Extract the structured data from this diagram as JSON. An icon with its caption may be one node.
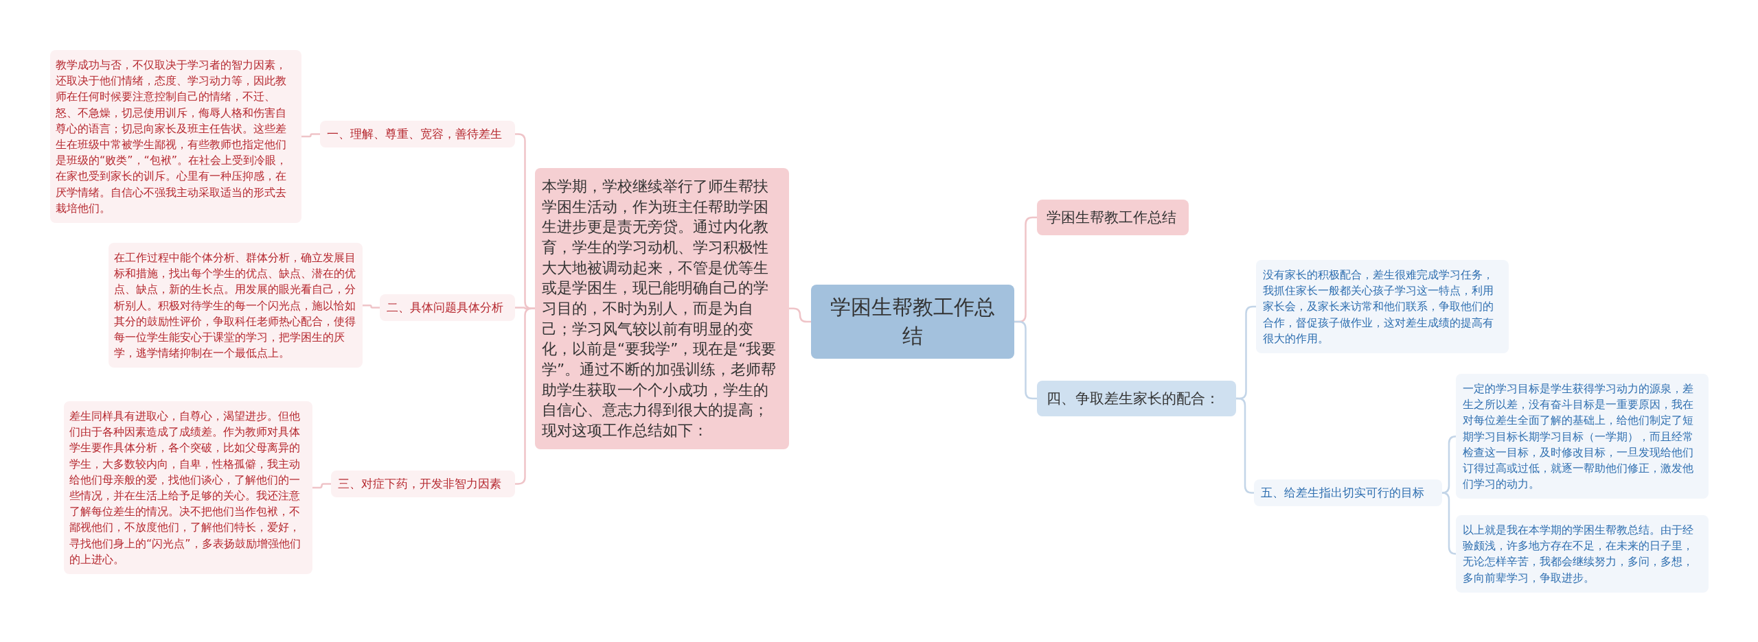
{
  "diagram": {
    "nodes": [
      {
        "text": [
          "学困生帮教工作总结"
        ]
      },
      {
        "text": [
          "本学期，学校继续举行了师生帮扶学困生活动，作为班主任帮助学困生进步更是责无旁贷。通过内化教育，学生的学习动机、学习积极性大大地被调动起来，不管是优等生或是学困生，现已能明确自己的学习目的，不时为别人，而是为自己；学习风气较以前有明显的变化，以前是“要我学”，现在是“我要学”。通过不断的加强训练，老师帮助学生获取一个个小成功，学生的自信心、意志力得到很大的提高；现对这项工作总结如下："
        ]
      },
      {
        "text": [
          "一、理解、尊重、宽容，善待差生"
        ]
      },
      {
        "text": [
          "教学成功与否，不仅取决于学习者的智力因素，还取决于他们情绪，态度、学习动力等，因此教师在任何时候要注意控制自己的情绪，不迁、怒、不急燥，切忌使用训斥，侮辱人格和伤害自尊心的语言；切忌向家长及班主任告状。这些差生在班级中常被学生鄙视，有些教师也指定他们是班级的“败类”，“包袱”。在社会上受到冷眼，在家也受到家长的训斥。心里有一种压抑感，在厌学情绪。自信心不强我主动采取适当的形式去栽培他们。"
        ]
      },
      {
        "text": [
          "二、具体问题具体分析"
        ]
      },
      {
        "text": [
          "在工作过程中能个体分析、群体分析，确立发展目标和措施，找出每个学生的优点、缺点、潜在的优点、缺点，新的生长点。用发展的眼光看自己，分析别人。积极对待学生的每一个闪光点，施以恰如其分的鼓励性评价，争取科任老师热心配合，使得每一位学生能安心于课堂的学习，把学困生的厌学，逃学情绪抑制在一个最低点上。"
        ]
      },
      {
        "text": [
          "三、对症下药，开发非智力因素"
        ]
      },
      {
        "text": [
          "差生同样具有进取心，自尊心，渴望进步。但他们由于各种因素造成了成绩差。作为教师对具体学生要作具体分析，各个突破，比如父母离异的学生，大多数较内向，自卑，性格孤僻，我主动给他们母亲般的爱，找他们谈心，了解他们的一些情况，并在生活上给予足够的关心。我还注意了解每位差生的情况。决不把他们当作包袱，不鄙视他们，不放度他们，了解他们特长，爱好，寻找他们身上的“闪光点”，多表扬鼓励增强他们的上进心。"
        ]
      },
      {
        "text": [
          "学困生帮教工作总结"
        ]
      },
      {
        "text": [
          "四、争取差生家长的配合："
        ]
      },
      {
        "text": [
          "没有家长的积极配合，差生很难完成学习任务，我抓住家长一般都关心孩子学习这一特点，利用家长会，及家长来访常和他们联系，争取他们的合作，督促孩子做作业，这对差生成绩的提高有很大的作用。"
        ]
      },
      {
        "text": [
          "五、给差生指出切实可行的目标"
        ]
      },
      {
        "text": [
          "一定的学习目标是学生获得学习动力的源泉，差生之所以差，没有奋斗目标是一重要原因，我在对每位差生全面了解的基础上，给他们制定了短期学习目标长期学习目标（一学期），而且经常检查这一目标，及时修改目标，一旦发现给他们订得过高或过低，就逐一帮助他们修正，激发他们学习的动力。"
        ]
      },
      {
        "text": [
          "以上就是我在本学期的学困生帮教总结。由于经验颇浅，许多地方存在不足，在未来的日子里，无论怎样辛苦，我都会继续努力，多问，多想，多向前辈学习，争取进步。"
        ]
      }
    ],
    "edges": [
      {
        "from": 0,
        "to": 1,
        "arrow": "none"
      },
      {
        "from": 1,
        "to": 2,
        "arrow": "none"
      },
      {
        "from": 2,
        "to": 3,
        "arrow": "none"
      },
      {
        "from": 1,
        "to": 4,
        "arrow": "none"
      },
      {
        "from": 4,
        "to": 5,
        "arrow": "none"
      },
      {
        "from": 1,
        "to": 6,
        "arrow": "none"
      },
      {
        "from": 6,
        "to": 7,
        "arrow": "none"
      },
      {
        "from": 0,
        "to": 8,
        "arrow": "none"
      },
      {
        "from": 0,
        "to": 9,
        "arrow": "none",
        "color": "#c3d5e8"
      },
      {
        "from": 9,
        "to": 10,
        "arrow": "none",
        "color": "#c3d5e8"
      },
      {
        "from": 9,
        "to": 11,
        "arrow": "none",
        "color": "#c3d5e8"
      },
      {
        "from": 11,
        "to": 12,
        "arrow": "none",
        "color": "#c3d5e8"
      },
      {
        "from": 11,
        "to": 13,
        "arrow": "none",
        "color": "#c3d5e8"
      }
    ]
  }
}
